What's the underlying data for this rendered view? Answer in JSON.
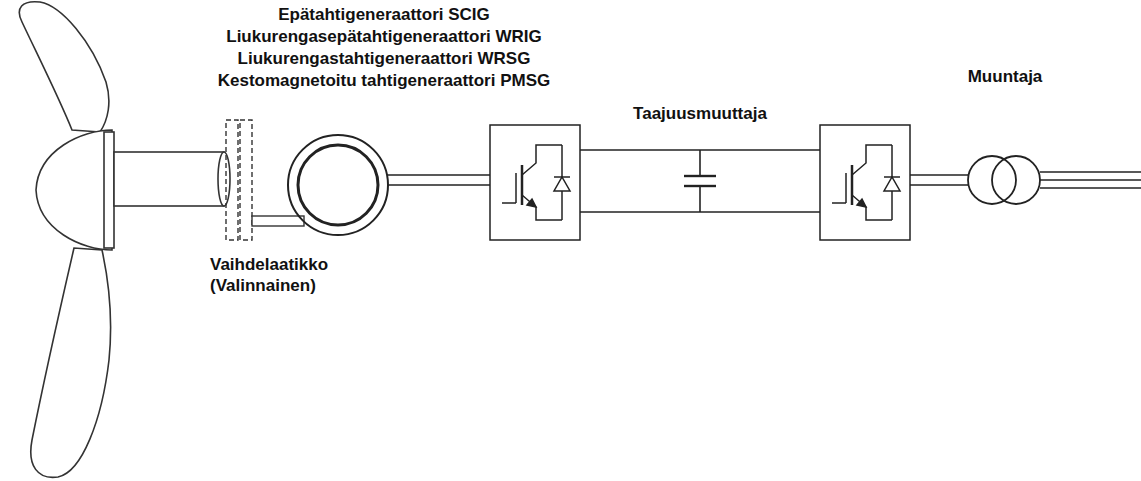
{
  "diagram": {
    "labels": [
      "Epätahtigeneraattori SCIG",
      "Liukurengasepätahtigeneraattori WRIG",
      "Liukurengastahtigeneraattori WRSG",
      "Kestomagnetoitu tahtigeneraattori PMSG",
      "Taajuusmuuttaja",
      "Muuntaja",
      "Vaihdelaatikko (Valinnainen)"
    ]
  }
}
